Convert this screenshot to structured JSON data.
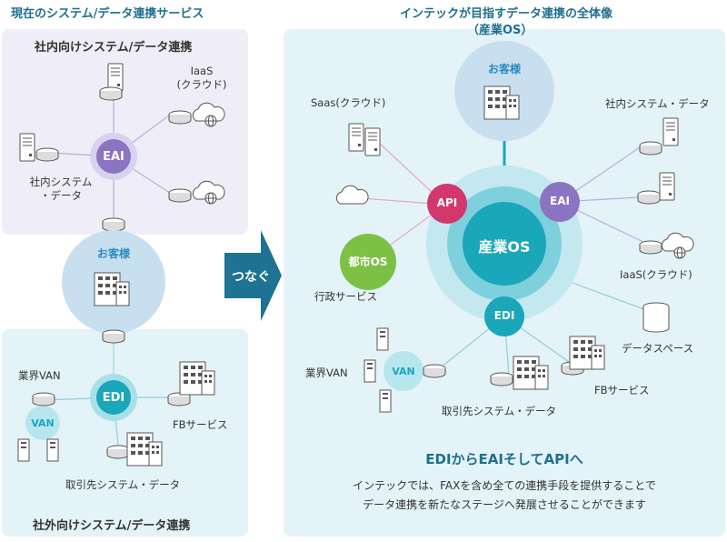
{
  "left": {
    "title": "現在のシステム/データ連携サービス",
    "internal_title": "社内向けシステム/データ連携",
    "external_title": "社外向けシステム/データ連携",
    "eai": "EAI",
    "iaas": "IaaS\n(クラウド)",
    "iaas_line1": "IaaS",
    "iaas_line2": "(クラウド)",
    "internal_sys_line1": "社内システム",
    "internal_sys_line2": "・データ",
    "customer": "お客様",
    "edi": "EDI",
    "industry_van": "業界VAN",
    "van": "VAN",
    "fb_service": "FBサービス",
    "partner_sys": "取引先システム・データ"
  },
  "arrow": {
    "label": "つなぐ"
  },
  "right": {
    "title_line1": "インテックが目指すデータ連携の全体像",
    "title_line2": "（産業OS）",
    "customer": "お客様",
    "saas": "Saas(クラウド)",
    "internal_sys": "社内システム・データ",
    "api": "API",
    "eai": "EAI",
    "core": "産業OS",
    "city_os": "都市OS",
    "gov_service": "行政サービス",
    "iaas": "IaaS(クラウド)",
    "edi": "EDI",
    "database_service": "データスペース",
    "industry_van": "業界VAN",
    "van": "VAN",
    "fb_service": "FBサービス",
    "partner_sys": "取引先システム・データ",
    "headline": "EDIからEAIそしてAPIへ",
    "desc_line1": "インテックでは、FAXを含め全ての連携手段を提供することで",
    "desc_line2": "データ連携を新たなステージへ発展させることができます"
  },
  "colors": {
    "teal": "#1aa7b9",
    "purple": "#8b74c1",
    "crimson": "#d2386c",
    "green": "#7cc146",
    "light_blue": "#cde5f3",
    "panel_purple": "#efedf7",
    "panel_blue": "#e3f3f8",
    "arrow_blue": "#1e7392"
  }
}
